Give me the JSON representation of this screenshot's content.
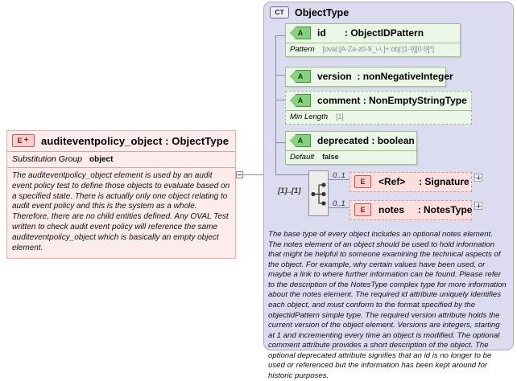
{
  "element_box": {
    "badge": "E",
    "badge_plus": "+",
    "title": "auditeventpolicy_object : ObjectType",
    "substitution_label": "Substitution Group",
    "substitution_value": "object",
    "documentation": "The auditeventpolicy_object element is used by an audit event policy test to define those objects to evaluate based on a specified state. There is actually only one object relating to audit event policy and this is the system as a whole. Therefore, there are no child entities defined. Any OVAL Test written to check audit event policy will reference the same auditeventpolicy_object which is basically an empty object element."
  },
  "complex_type": {
    "badge": "CT",
    "title": "ObjectType",
    "attributes": [
      {
        "badge": "A",
        "name": "id",
        "type": ": ObjectIDPattern",
        "facet_label": "Pattern",
        "facet_value": "[oval:[A-Za-z0-9_\\-\\.]+:obj:[1-9][0-9]*]",
        "style": "solid"
      },
      {
        "badge": "A",
        "name": "version",
        "type": ": nonNegativeInteger",
        "facet_label": "",
        "facet_value": "",
        "style": "solid"
      },
      {
        "badge": "A",
        "name": "comment",
        "type": ": NonEmptyStringType",
        "facet_label": "Min Length",
        "facet_value": "[1]",
        "style": "dashed"
      },
      {
        "badge": "A",
        "name": "deprecated",
        "type": ": boolean",
        "facet_label": "Default",
        "facet_value": "false",
        "style": "solid"
      }
    ],
    "sequence_cardinality": "[1]..[1]",
    "elements": [
      {
        "badge": "E",
        "name": "<Ref>",
        "type": ": Signature",
        "cardinality": "0..1",
        "expand": "+"
      },
      {
        "badge": "E",
        "name": "notes",
        "type": ": NotesType",
        "cardinality": "0..1",
        "expand": "+"
      }
    ],
    "documentation": "The base type of every object includes an optional notes element. The notes element of an object should be used to hold information that might be helpful to someone examining the technical aspects of the object. For example, why certain values have been used, or maybe a link to where further information can be found. Please refer to the description of the NotesType complex type for more information about the notes element. The required id attribute uniquely identifies each object, and must conform to the format specified by the objectidPattern simple type. The required version attribute holds the current version of the object element. Versions are integers, starting at 1 and incrementing every time an object is modified. The optional comment attribute provides a short description of the object. The optional deprecated attribute signifies that an id is no longer to be used or referenced but the information has been kept around for historic purposes."
  },
  "connector": {
    "collapse_toggle": "-"
  },
  "colors": {
    "element_fill": "#fdecec",
    "element_border": "#e8b0b0",
    "ct_fill": "#dcdcf0",
    "ct_border": "#a8a8c8",
    "attr_fill": "#eaf7e6",
    "attr_border": "#9dbd93",
    "badge_a_fill": "#86d17e",
    "badge_e_fill": "#f6cfcf"
  }
}
